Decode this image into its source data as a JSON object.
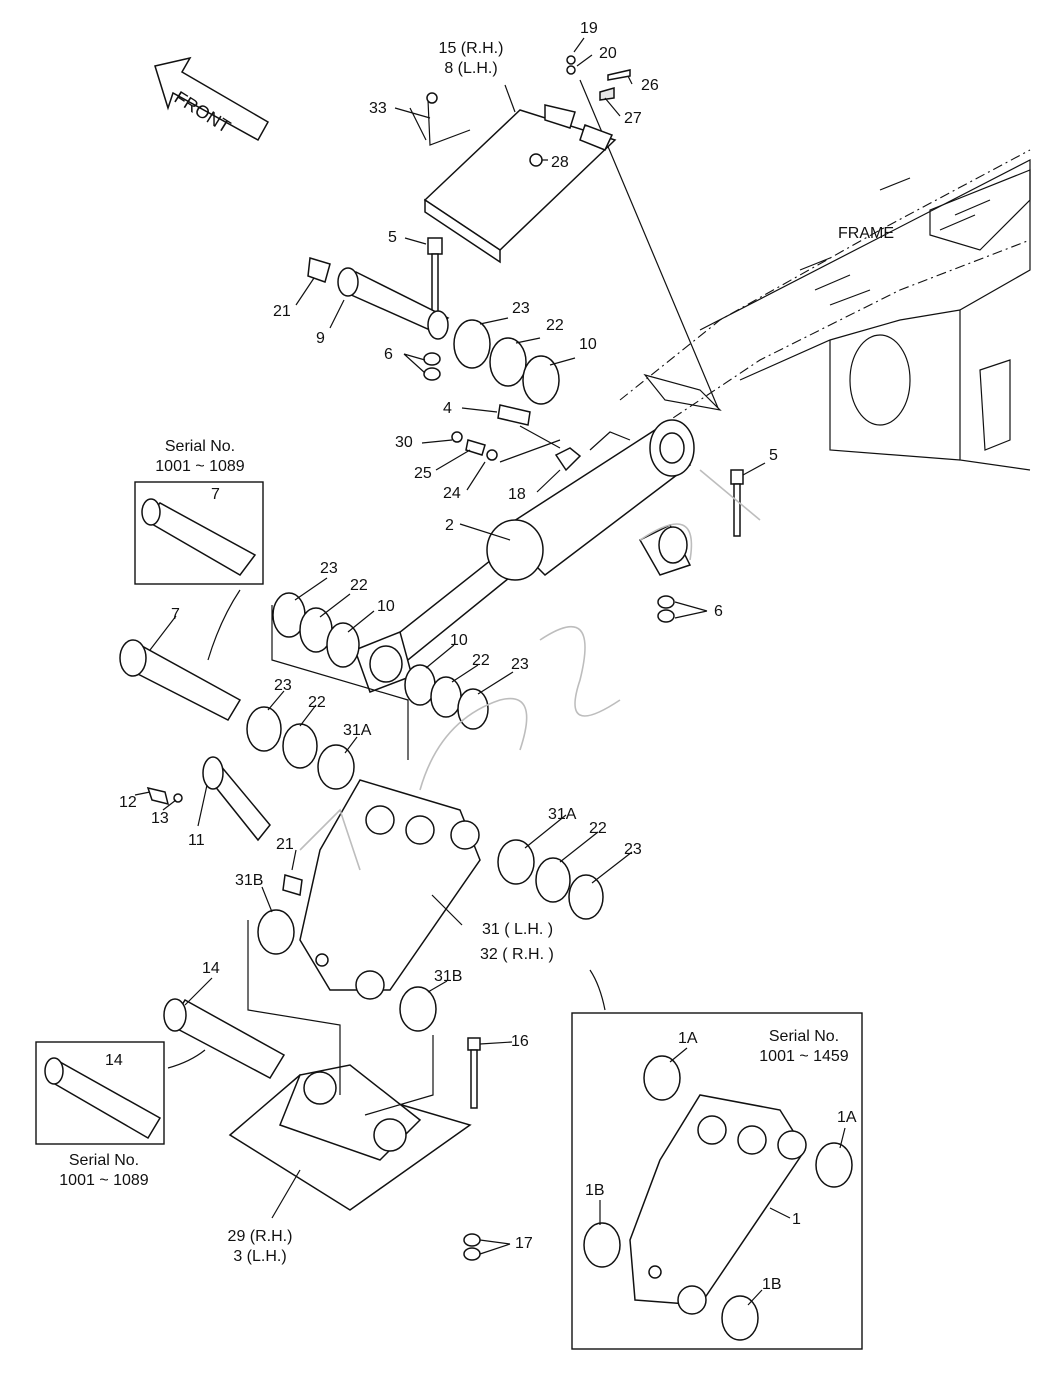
{
  "labels": {
    "front": "FRONT",
    "frame": "FRAME",
    "p1": "1",
    "p1a_top": "1A",
    "p1a_right": "1A",
    "p1b_left": "1B",
    "p1b_bottom": "1B",
    "p2": "2",
    "p4": "4",
    "p5_top": "5",
    "p5_right": "5",
    "p6_top": "6",
    "p6_right": "6",
    "p7_box": "7",
    "p7": "7",
    "p9": "9",
    "p10_top": "10",
    "p10_mid": "10",
    "p10_low": "10",
    "p11": "11",
    "p12": "12",
    "p13": "13",
    "p14": "14",
    "p14_box": "14",
    "p15_line1": "15 (R.H.)",
    "p15_line2": "8 (L.H.)",
    "p16": "16",
    "p17": "17",
    "p18": "18",
    "p19": "19",
    "p20": "20",
    "p21_top": "21",
    "p21_mid": "21",
    "p22_top": "22",
    "p22_mid": "22",
    "p22_low": "22",
    "p22_left": "22",
    "p22_right": "22",
    "p23_top": "23",
    "p23_mid": "23",
    "p23_low": "23",
    "p23_left": "23",
    "p23_right": "23",
    "p24": "24",
    "p25": "25",
    "p26": "26",
    "p27": "27",
    "p28": "28",
    "p29_line1": "29 (R.H.)",
    "p29_line2": "3 (L.H.)",
    "p30": "30",
    "p31_line1": "31 ( L.H. )",
    "p31_line2": "32 ( R.H. )",
    "p31a_left": "31A",
    "p31a_right": "31A",
    "p31b_left": "31B",
    "p31b_right": "31B",
    "p33": "33"
  },
  "serial_boxes": {
    "pin7": {
      "title": "Serial No.",
      "range": "1001 ~ 1089"
    },
    "pin14": {
      "title": "Serial No.",
      "range": "1001 ~ 1089"
    },
    "link1": {
      "title": "Serial No.",
      "range": "1001 ~ 1459"
    }
  }
}
